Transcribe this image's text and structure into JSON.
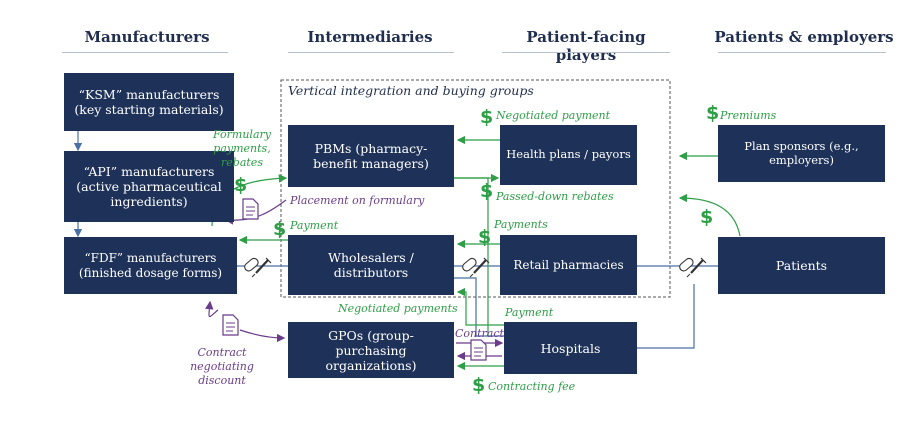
{
  "headers": {
    "manufacturers": "Manufacturers",
    "intermediaries": "Intermediaries",
    "patient_facing": "Patient-facing players",
    "patients_employers": "Patients & employers"
  },
  "group_label": "Vertical integration and buying groups",
  "boxes": {
    "ksm": "“KSM” manufacturers (key starting materials)",
    "api": "“API” manufacturers (active pharmaceutical ingredients)",
    "fdf": "“FDF” manufacturers (finished dosage forms)",
    "pbm": "PBMs (pharmacy-benefit managers)",
    "wholesalers": "Wholesalers / distributors",
    "gpo": "GPOs (group-purchasing organizations)",
    "health_plans": "Health plans / payors",
    "retail": "Retail pharmacies",
    "hospitals": "Hospitals",
    "plan_sponsors": "Plan sponsors (e.g., employers)",
    "patients": "Patients"
  },
  "flow_labels": {
    "formulary": "Formulary payments, rebates",
    "placement": "Placement on formulary",
    "payment_fdf": "Payment",
    "negotiated_payment": "Negotiated payment",
    "passed_down_rebates": "Passed-down rebates",
    "payments_retail": "Payments",
    "negotiated_payments": "Negotiated payments",
    "payment_hospital": "Payment",
    "contract": "Contract",
    "contracting_fee": "Contracting fee",
    "contract_negotiating_discount": "Contract negotiating discount",
    "premiums": "Premiums"
  },
  "symbols": {
    "dollar": "$"
  },
  "colors": {
    "box": "#1e3158",
    "money": "#2e9e47",
    "contract": "#6a3c8a",
    "header": "#1f2d4e",
    "connector": "#4a6fa5"
  },
  "icons": [
    "dollar-icon",
    "document-icon",
    "pill-syringe-icon"
  ]
}
